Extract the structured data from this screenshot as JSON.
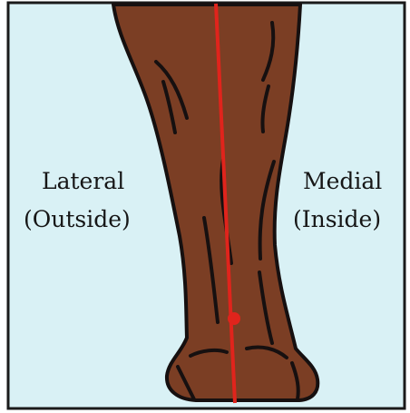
{
  "labels": {
    "lateral_line1": "Lateral",
    "lateral_line2": "(Outside)",
    "medial_line1": "Medial",
    "medial_line2": "(Inside)"
  },
  "colors": {
    "background": "#d9f1f5",
    "leg": "#7b3e24",
    "outline": "#161010",
    "axis_line": "#e0241c",
    "text": "#161616"
  }
}
